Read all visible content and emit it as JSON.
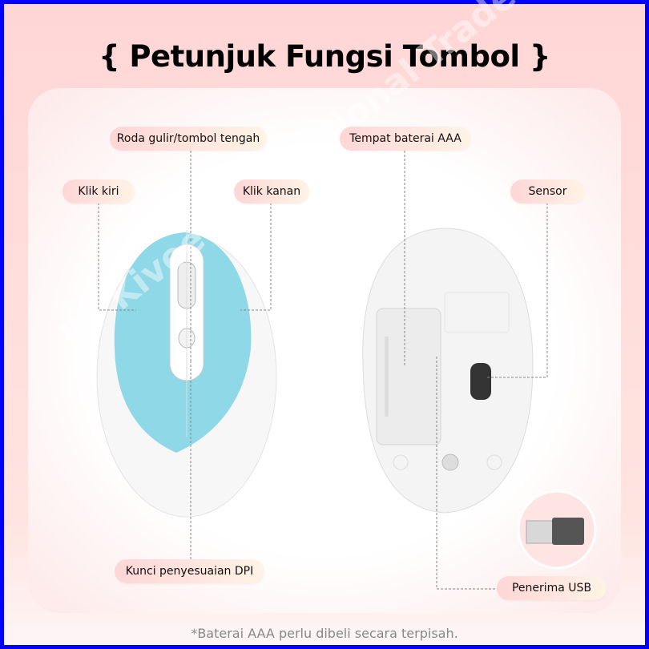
{
  "title": "{ Petunjuk Fungsi Tombol }",
  "labels": {
    "scroll": "Roda gulir/tombol tengah",
    "left_click": "Klik kiri",
    "right_click": "Klik kanan",
    "dpi": "Kunci penyesuaian DPI",
    "battery": "Tempat baterai AAA",
    "sensor": "Sensor",
    "usb": "Penerima USB"
  },
  "footer": "*Baterai AAA perlu dibeli secara terpisah.",
  "watermark": "PT Kivee International Trade",
  "colors": {
    "accent_blue": "#8fd8e8",
    "border": "#0000ff"
  }
}
